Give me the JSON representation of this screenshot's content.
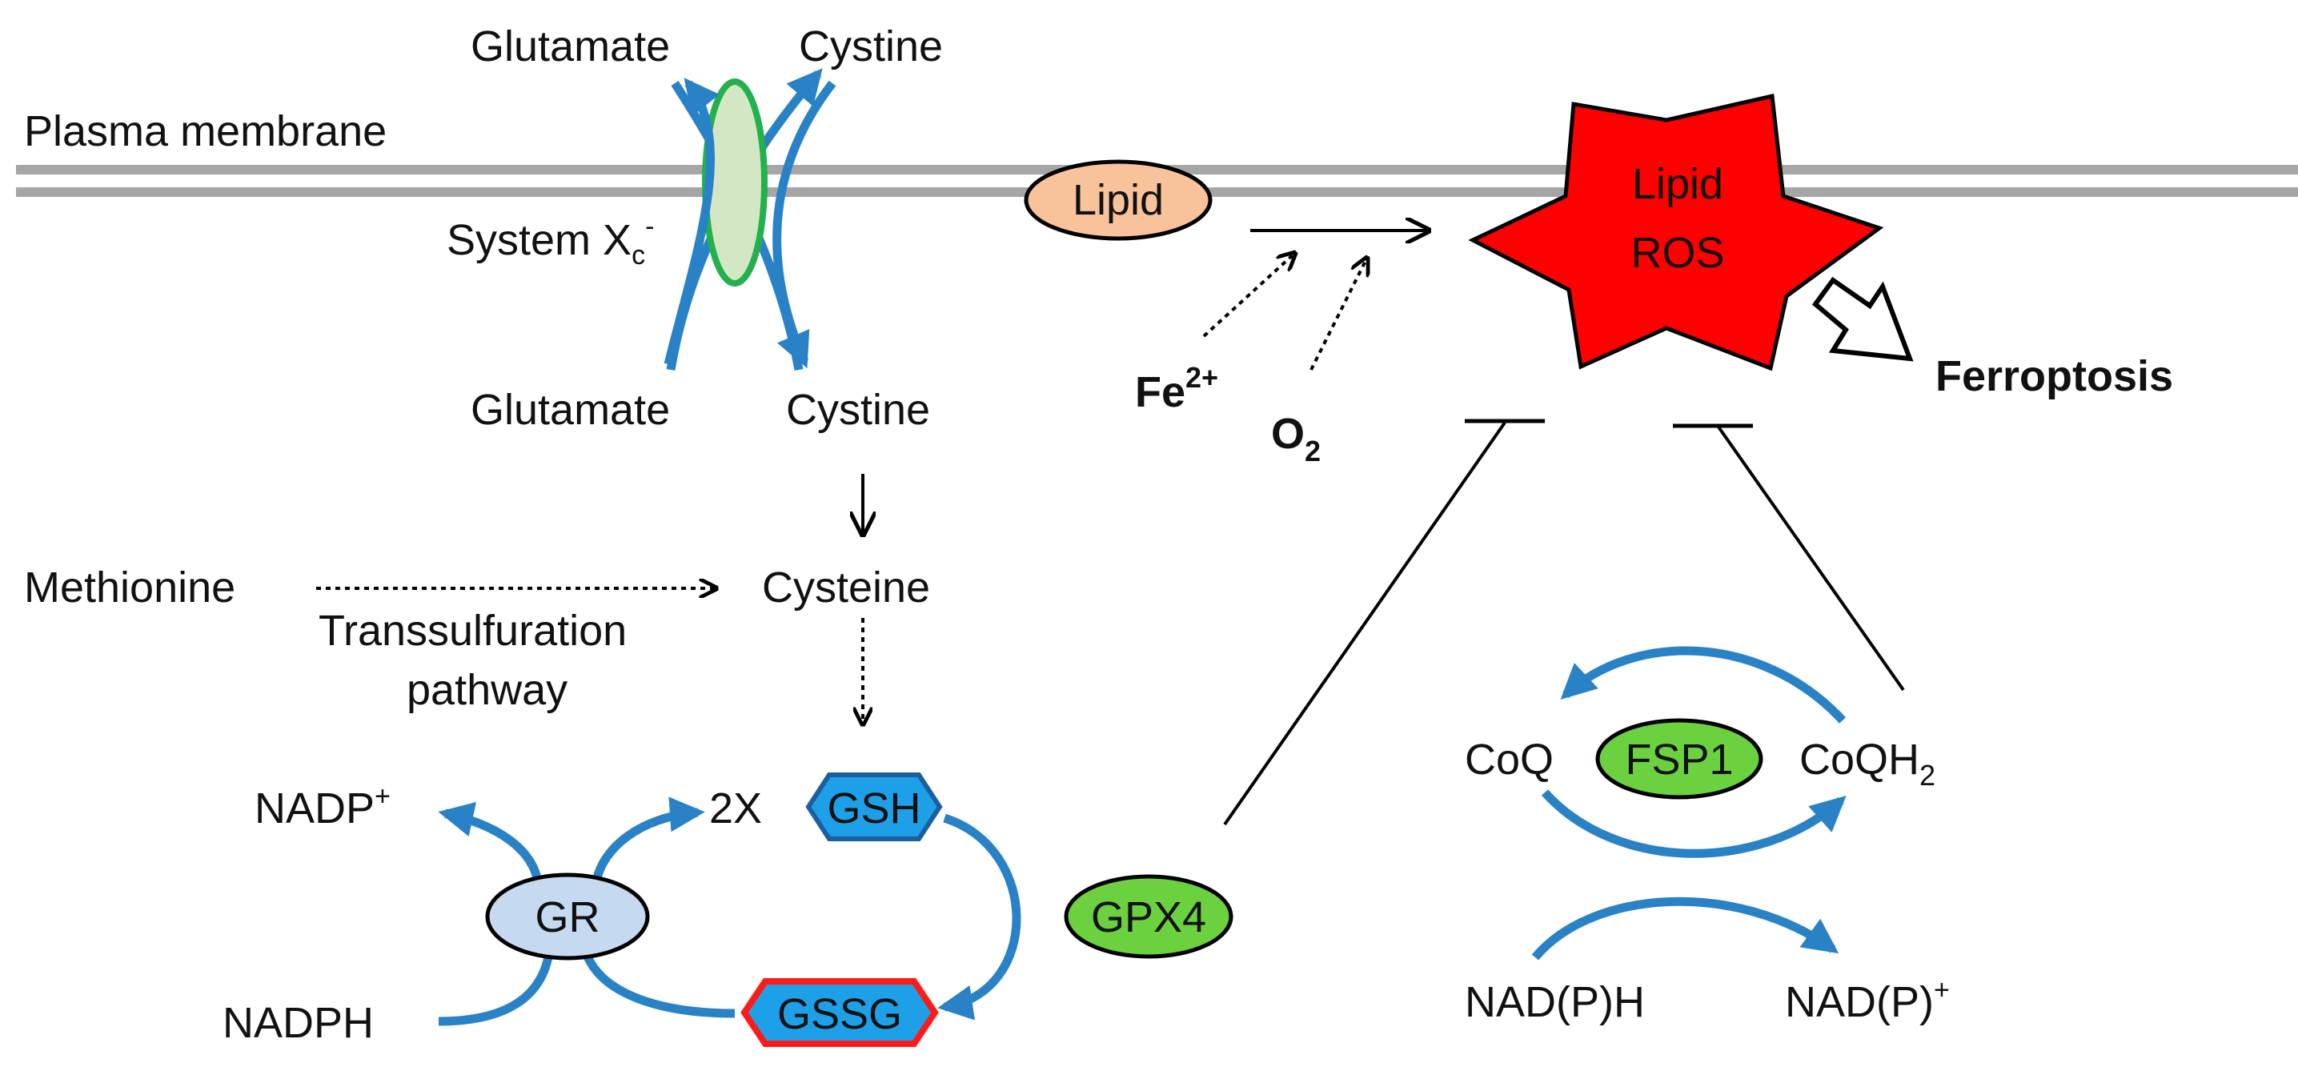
{
  "colors": {
    "arrow_blue": "#2a82c6",
    "membrane": "#a6a6a6",
    "lipid_fill": "#f8c29a",
    "ros_red": "#ff0000",
    "transporter_fill": "#d4e7c5",
    "transporter_stroke": "#22b14c",
    "green_enzyme": "#6bd13f",
    "gsh_blue": "#1ea0e8",
    "gssg_stroke": "#ff1a1a",
    "gr_fill": "#c5d9f1",
    "black": "#000000"
  },
  "labels": {
    "glutamate_out": "Glutamate",
    "cystine_out": "Cystine",
    "plasma_membrane": "Plasma membrane",
    "system_xc": "System X",
    "system_xc_sub": "c",
    "system_xc_sup": "-",
    "glutamate_in": "Glutamate",
    "cystine_in": "Cystine",
    "methionine": "Methionine",
    "transsulfuration_1": "Transsulfuration",
    "transsulfuration_2": "pathway",
    "cysteine": "Cysteine",
    "nadp_plus": "NADP",
    "nadp_plus_sup": "+",
    "nadph": "NADPH",
    "two_x": "2X",
    "gsh": "GSH",
    "gssg": "GSSG",
    "gr": "GR",
    "gpx4": "GPX4",
    "lipid": "Lipid",
    "lipid_ros_1": "Lipid",
    "lipid_ros_2": "ROS",
    "fe": "Fe",
    "fe_sup": "2+",
    "o2": "O",
    "o2_sub": "2",
    "ferroptosis": "Ferroptosis",
    "coq": "CoQ",
    "fsp1": "FSP1",
    "coqh2": "CoQH",
    "coqh2_sub": "2",
    "nadph_p": "NAD(P)H",
    "nadp_p": "NAD(P)",
    "nadp_p_sup": "+"
  }
}
